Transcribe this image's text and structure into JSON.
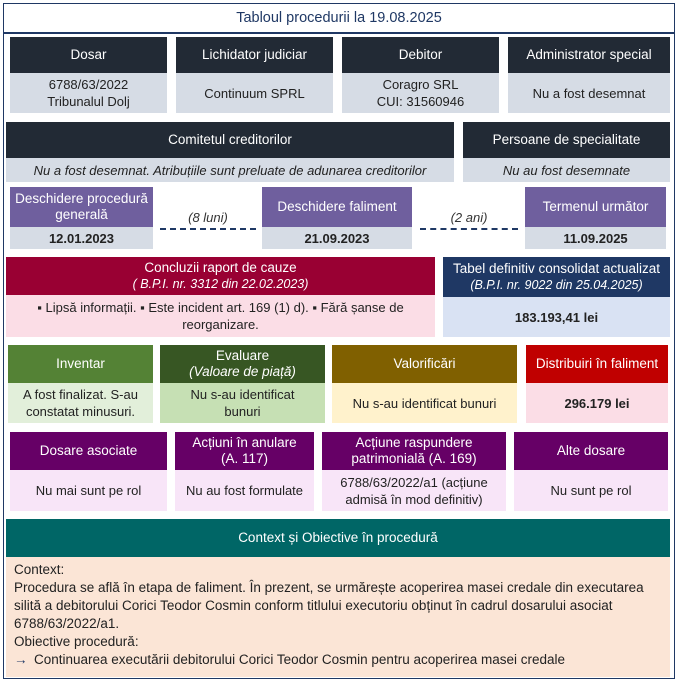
{
  "title": "Tabloul procedurii la  19.08.2025",
  "colors": {
    "navy": "#222a35",
    "slate": "#d6dce5",
    "wine": "#990033",
    "pink": "#fbdde6",
    "darkblue": "#1f3864",
    "lightblue": "#d9e2f3",
    "green": "#548235",
    "lightgreen": "#e2efda",
    "olive": "#375623",
    "olivelight": "#c6e0b4",
    "gold": "#806000",
    "goldlight": "#fff2cc",
    "red": "#c00000",
    "purple": "#660066",
    "lavender": "#f8e5f8",
    "teal": "#006666",
    "peach": "#fbe5d6",
    "violet": "#6f5f9e"
  },
  "row1": {
    "dosar": {
      "header": "Dosar",
      "line1": "6788/63/2022",
      "line2": "Tribunalul Dolj"
    },
    "lichidator": {
      "header": "Lichidator judiciar",
      "value": "Continuum SPRL"
    },
    "debitor": {
      "header": "Debitor",
      "line1": "Coragro SRL",
      "line2": "CUI: 31560946"
    },
    "administrator": {
      "header": "Administrator special",
      "value": "Nu a fost desemnat"
    }
  },
  "row2": {
    "comitet": {
      "header": "Comitetul creditorilor",
      "value": "Nu a fost desemnat. Atribuțiile sunt preluate de adunarea creditorilor"
    },
    "persoane": {
      "header": "Persoane de specialitate",
      "value": "Nu au fost desemnate"
    }
  },
  "timeline": {
    "deschidere_generala": {
      "header": "Deschidere procedură generală",
      "date": "12.01.2023"
    },
    "gap1": "(8 luni)",
    "deschidere_faliment": {
      "header": "Deschidere faliment",
      "date": "21.09.2023"
    },
    "gap2": "(2 ani)",
    "termen": {
      "header": "Termenul următor",
      "date": "11.09.2025"
    }
  },
  "row4": {
    "concluzii": {
      "header": "Concluzii raport de cauze",
      "subheader": "( B.P.I. nr. 3312 din 22.02.2023)",
      "body": "▪ Lipsă informații. ▪ Este incident art. 169 (1) d). ▪ Fără șanse de reorganizare."
    },
    "tabel": {
      "header": "Tabel definitiv consolidat actualizat",
      "subheader": "(B.P.I. nr.   9022 din 25.04.2025)",
      "value": "183.193,41  lei"
    }
  },
  "row5": {
    "inventar": {
      "header": "Inventar",
      "value": "A fost finalizat. S-au constatat minusuri."
    },
    "evaluare": {
      "header": "Evaluare",
      "subheader": "(Valoare de piață)",
      "value": "Nu s-au identificat bunuri"
    },
    "valorificari": {
      "header": "Valorificări",
      "value": "Nu s-au identificat bunuri"
    },
    "distribuiri": {
      "header": "Distribuiri în faliment",
      "value": "296.179 lei"
    }
  },
  "row6": {
    "asociate": {
      "header": "Dosare asociate",
      "value": "Nu mai sunt pe rol"
    },
    "anulare": {
      "header": "Acțiuni în anulare (A. 117)",
      "value": "Nu au fost formulate"
    },
    "raspundere": {
      "header": "Acțiune raspundere patrimonială (A. 169)",
      "value": "6788/63/2022/a1 (acțiune admisă în mod definitiv)"
    },
    "alte": {
      "header": "Alte dosare",
      "value": "Nu sunt pe rol"
    }
  },
  "context": {
    "header": "Context și Obiective în procedură",
    "context_label": "Context:",
    "context_text": "Procedura se află în etapa de faliment. În prezent, se urmărește acoperirea masei credale din executarea silită  a debitorului Corici Teodor Cosmin conform titlului executoriu obținut în cadrul dosarului asociat 6788/63/2022/a1.",
    "objectives_label": "Obiective procedură",
    "objectives_colon": ":",
    "objective_1": "Continuarea executării debitorului Corici Teodor Cosmin pentru acoperirea masei credale"
  }
}
